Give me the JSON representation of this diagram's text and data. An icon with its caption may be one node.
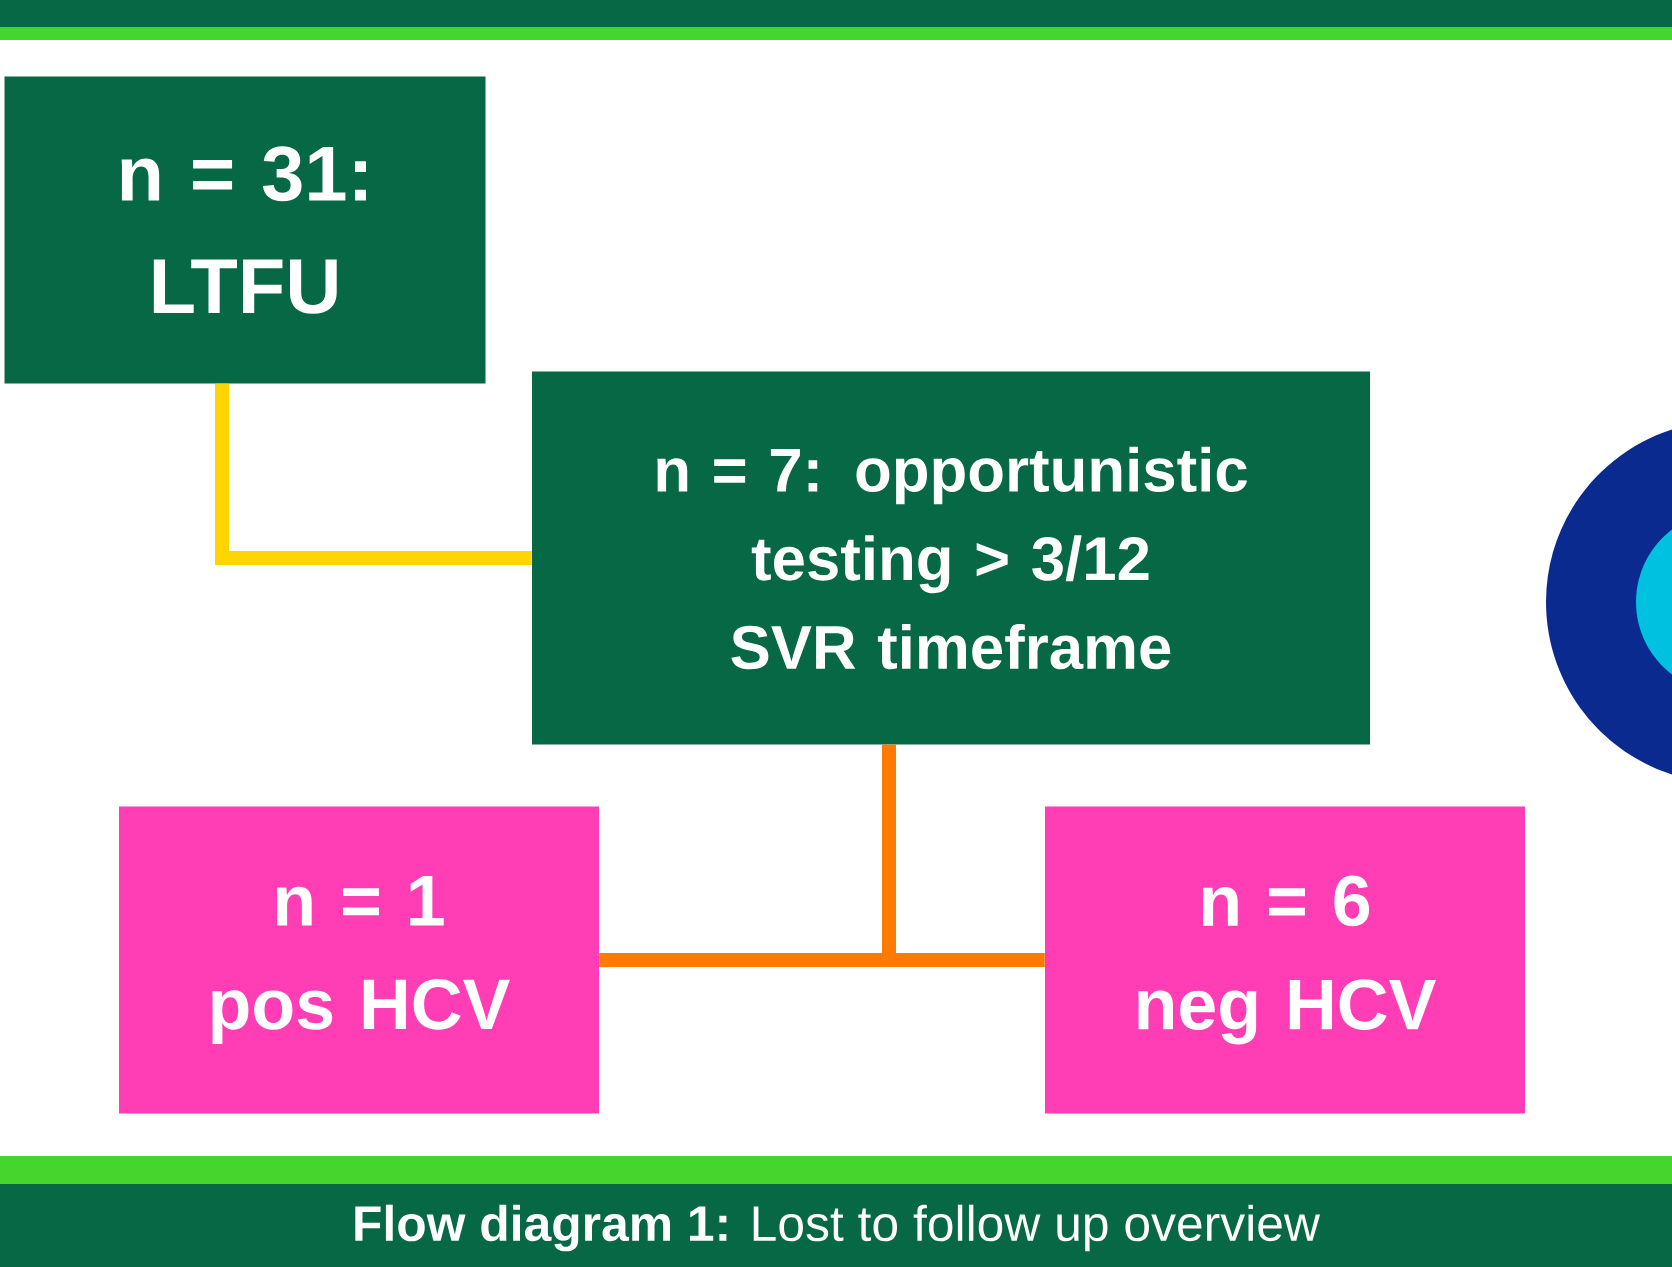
{
  "diagram": {
    "caption": "**Flow diagram 1:** Lost to follow up overview",
    "nodes": [
      {
        "text": [
          "n = 31: LTFU"
        ]
      },
      {
        "text": [
          "n = 7: opportunistic testing > 3/12 SVR timeframe"
        ]
      },
      {
        "text": [
          "n = 1 pos HCV"
        ]
      },
      {
        "text": [
          "n = 6 neg HCV"
        ]
      }
    ],
    "edges": [
      {
        "from": 0,
        "to": 1,
        "arrow": "none",
        "color": "#ffd500"
      },
      {
        "from": 1,
        "to": 2,
        "arrow": "none"
      },
      {
        "from": 1,
        "to": 3,
        "arrow": "none"
      }
    ]
  }
}
